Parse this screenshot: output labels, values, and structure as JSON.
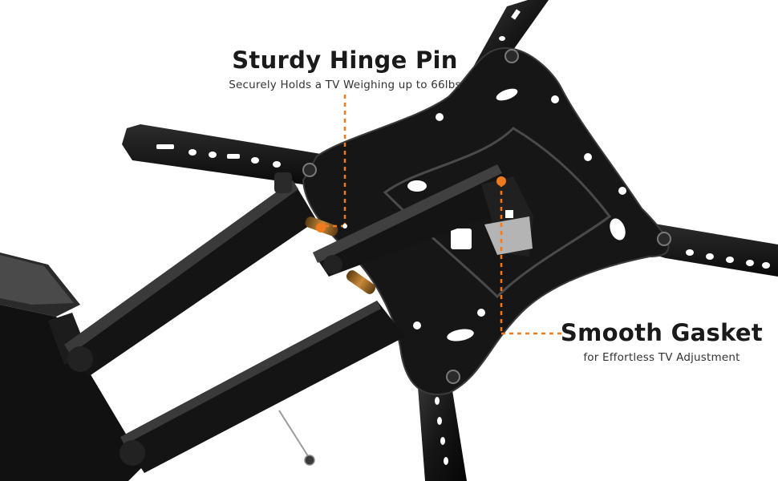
{
  "colors": {
    "accent": "#f07a1c",
    "metal": "#141414",
    "background": "#ffffff"
  },
  "callouts": {
    "hinge": {
      "title": "Sturdy Hinge Pin",
      "subtitle": "Securely Holds a TV Weighing up to 66lbs"
    },
    "gasket": {
      "title": "Smooth Gasket",
      "subtitle": "for Effortless TV Adjustment"
    }
  }
}
